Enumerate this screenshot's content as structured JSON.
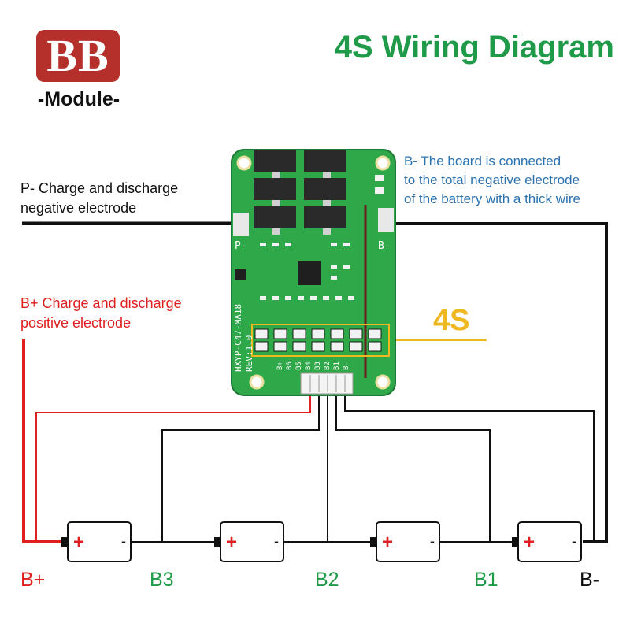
{
  "logo": {
    "letters": "BB",
    "subtitle": "-Module-"
  },
  "title": "4S Wiring Diagram",
  "labels": {
    "p_minus": [
      "P- Charge and discharge",
      "negative electrode"
    ],
    "b_plus": [
      "B+ Charge and discharge",
      "positive electrode"
    ],
    "b_minus": [
      "B- The board is connected",
      "to the total negative electrode",
      "of the battery with a thick wire"
    ],
    "cell_count": "4S"
  },
  "board": {
    "pad_left": "P-",
    "pad_right": "B-",
    "model": "HXYP-C47-MA18",
    "revision": "REV:1.0",
    "connector_pins": [
      "B+",
      "B6",
      "B5",
      "B4",
      "B3",
      "B2",
      "B1",
      "B-"
    ]
  },
  "battery_nodes": [
    "B+",
    "B3",
    "B2",
    "B1",
    "B-"
  ],
  "battery_terminal_symbols": {
    "positive": "+",
    "negative": "-"
  },
  "colors": {
    "logo_red": "#b5302a",
    "title_green": "#1e9a48",
    "pcb_green": "#2fa84a",
    "positive_red": "#e02020",
    "negative_black": "#111111",
    "info_blue": "#2a72b0",
    "highlight_yellow": "#f0b820"
  }
}
